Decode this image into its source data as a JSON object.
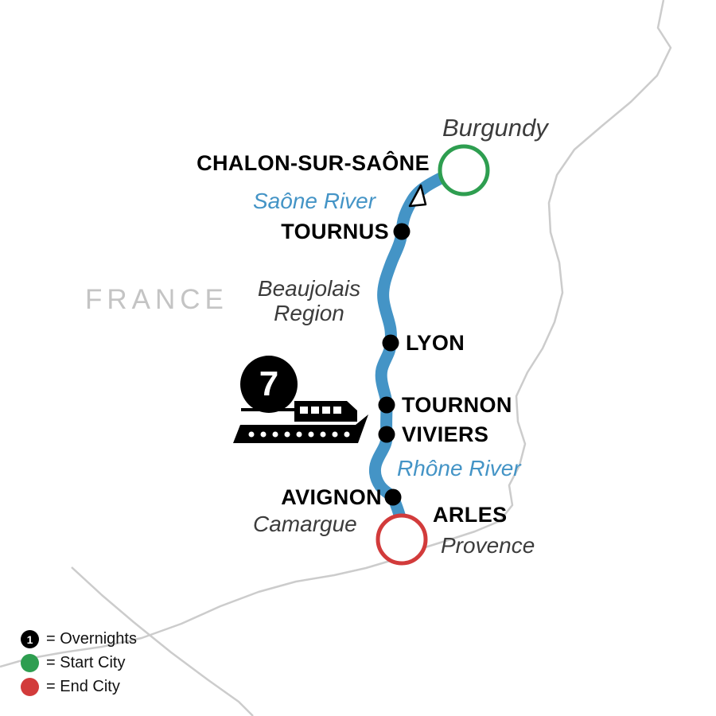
{
  "map": {
    "regions": {
      "france": "FRANCE",
      "burgundy": "Burgundy",
      "beaujolais_line1": "Beaujolais",
      "beaujolais_line2": "Region",
      "camargue": "Camargue",
      "provence": "Provence"
    },
    "rivers": {
      "saone": "Saône River",
      "rhone": "Rhône River"
    },
    "cities": {
      "chalon": "CHALON-SUR-SAÔNE",
      "tournus": "TOURNUS",
      "lyon": "LYON",
      "tournon": "TOURNON",
      "viviers": "VIVIERS",
      "avignon": "AVIGNON",
      "arles": "ARLES"
    },
    "nights": "7",
    "colors": {
      "river": "#4494c6",
      "start_city": "#2e9e50",
      "end_city": "#d23b3b",
      "border": "#cccccc",
      "france_label": "#c4c4c4",
      "overnight_dot": "#000000"
    }
  },
  "legend": {
    "overnights_symbol": "1",
    "overnights_label": "= Overnights",
    "start_label": "= Start City",
    "end_label": "= End City"
  }
}
